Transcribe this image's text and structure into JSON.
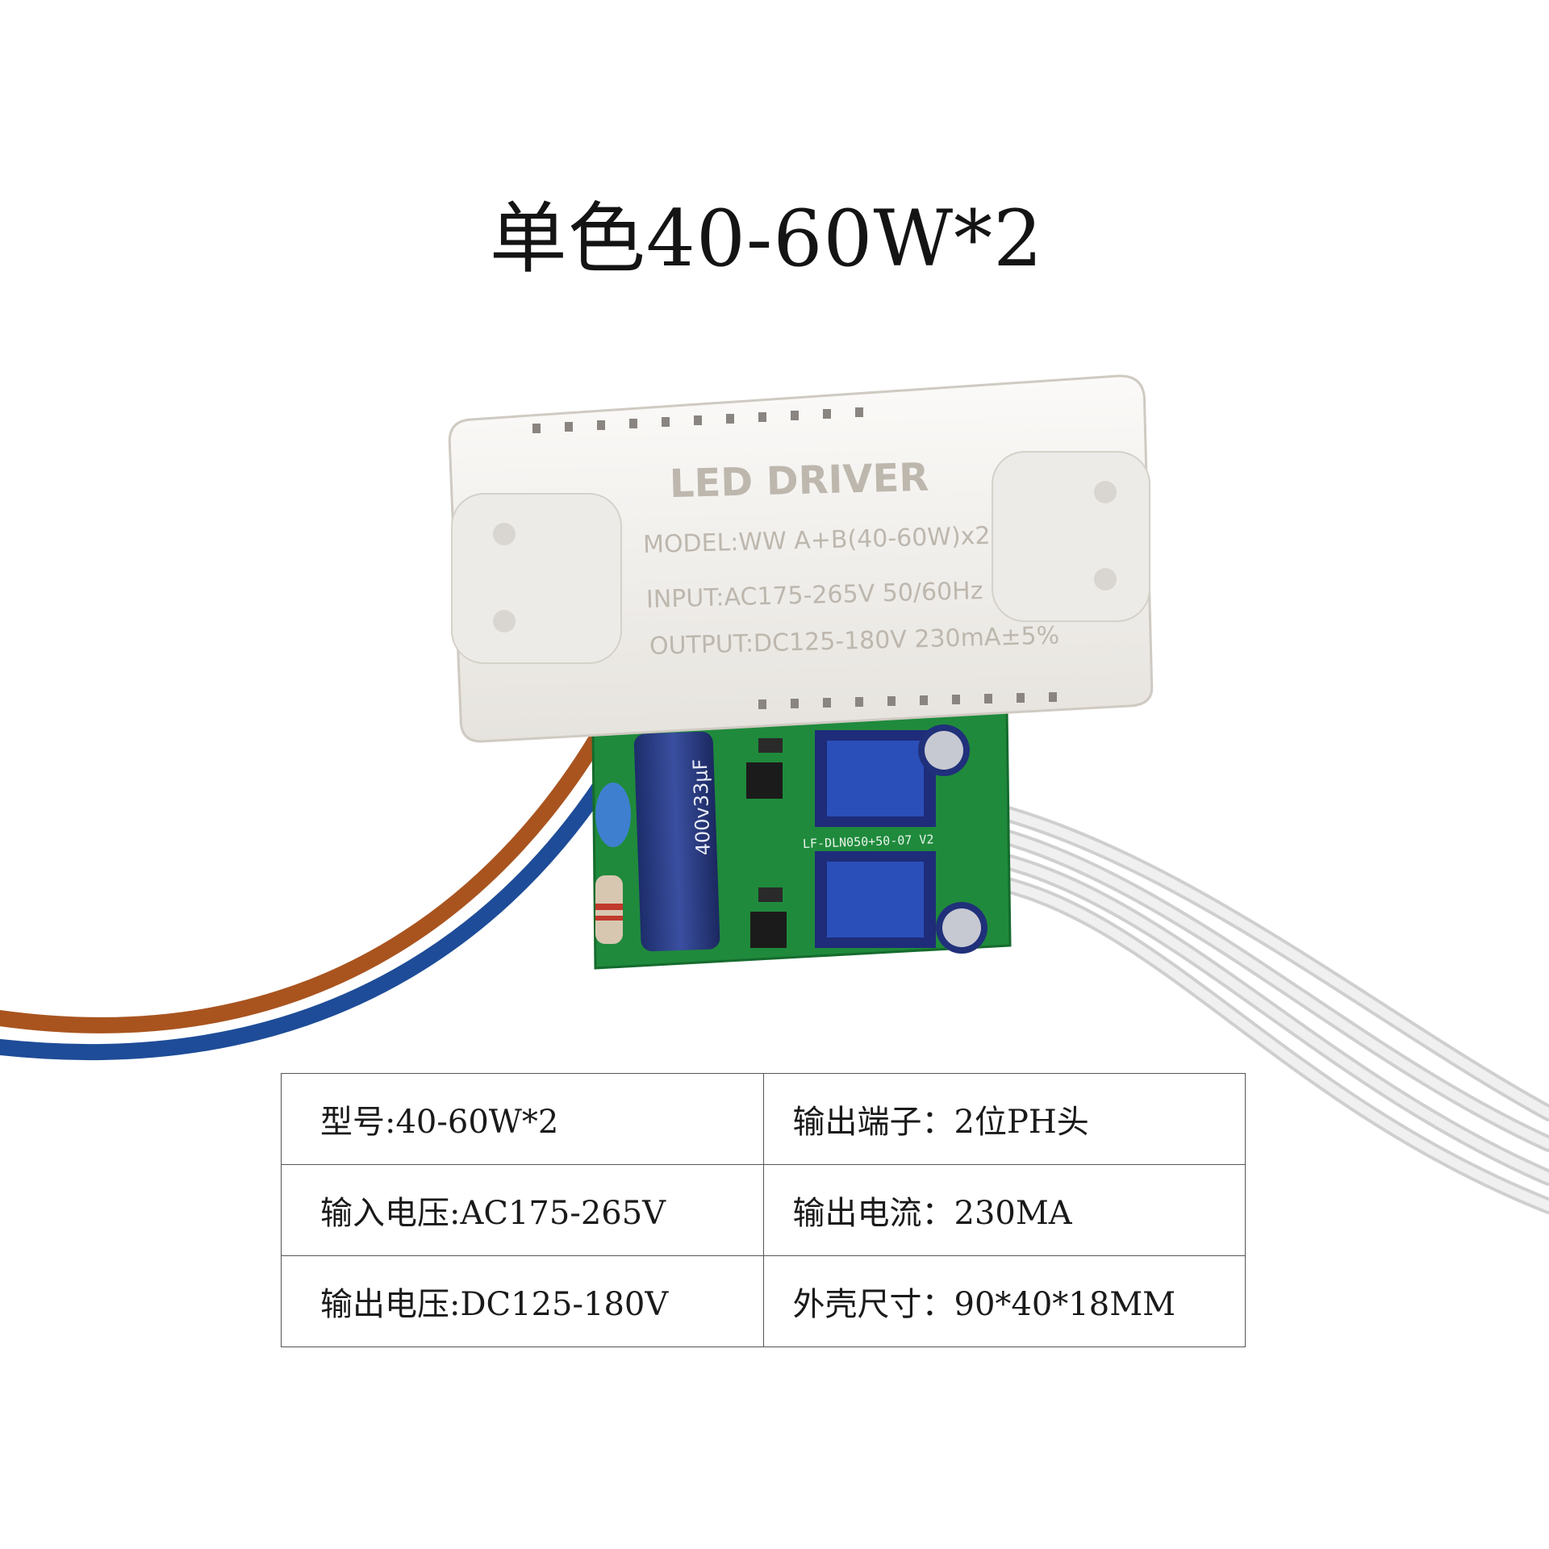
{
  "title": "单色40-60W*2",
  "driver_label": {
    "heading": "LED DRIVER",
    "model": "MODEL:WW A+B(40-60W)x2",
    "input": "INPUT:AC175-265V 50/60Hz",
    "output": "OUTPUT:DC125-180V 230mA±5%"
  },
  "pcb": {
    "capacitor_text": "400v33µF",
    "board_id": "LF-DLN050+50-07 V2"
  },
  "specs": [
    {
      "left": "型号:40-60W*2",
      "right": "输出端子：2位PH头"
    },
    {
      "left": "输入电压:AC175-265V",
      "right": "输出电流：230MA"
    },
    {
      "left": "输出电压:DC125-180V",
      "right": "外壳尺寸：90*40*18MM"
    }
  ],
  "colors": {
    "pcb_green": "#1f8a3c",
    "housing": "#f3f1ee",
    "wire_brown": "#b35a22",
    "wire_blue": "#1f4f9c",
    "wire_white": "#e8e8e8"
  }
}
